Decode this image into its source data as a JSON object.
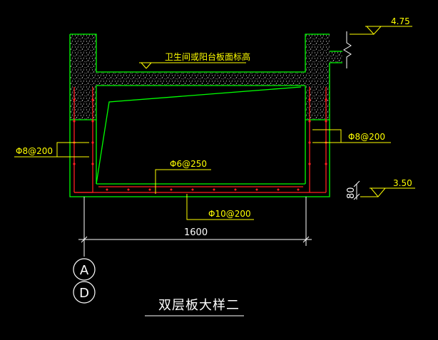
{
  "drawing": {
    "elevation_top": "4.75",
    "elevation_bottom": "3.50",
    "floor_level_note": "卫生间或阳台板面标高",
    "rebar_left_wall": "Φ8@200",
    "rebar_right_wall": "Φ8@200",
    "rebar_top_slab": "Φ6@250",
    "rebar_bottom_slab": "Φ10@200",
    "dim_slab_thickness": "80",
    "dim_width": "1600",
    "axis_a": "A",
    "axis_d": "D",
    "title": "双层板大样二"
  },
  "colors": {
    "background": "#000000",
    "concrete_outline": "#00ff00",
    "rebar": "#ff2020",
    "annotation": "#ffff00",
    "dimension": "#ffffff"
  }
}
